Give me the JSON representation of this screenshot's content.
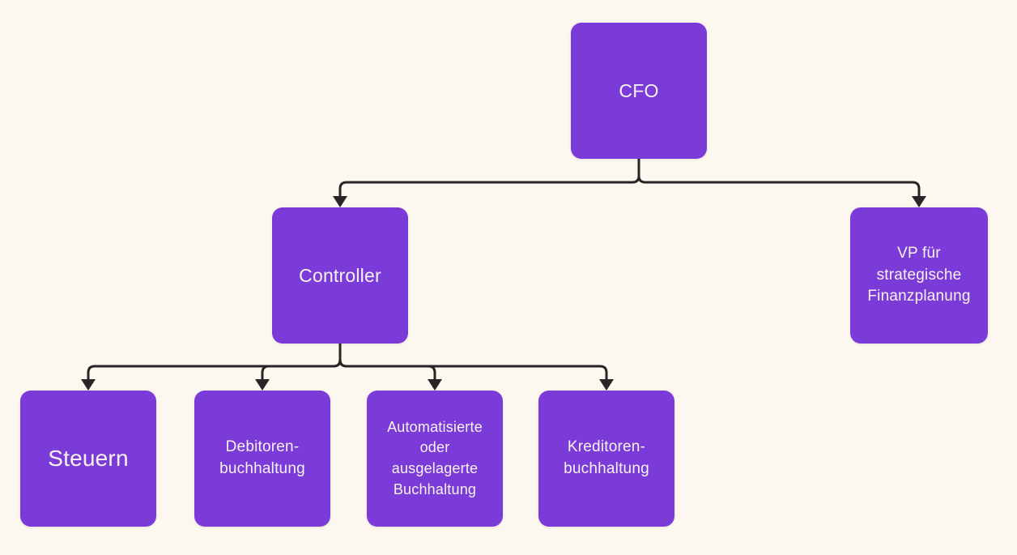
{
  "diagram": {
    "type": "org-chart",
    "nodes": {
      "cfo": {
        "label": "CFO"
      },
      "controller": {
        "label": "Controller"
      },
      "vp": {
        "label": "VP für\nstrategische\nFinanzplanung"
      },
      "steuern": {
        "label": "Steuern"
      },
      "debitoren": {
        "label": "Debitoren-\nbuchhaltung"
      },
      "auto": {
        "label": "Automatisierte\noder\nausgelagerte\nBuchhaltung"
      },
      "kreditoren": {
        "label": "Kreditoren-\nbuchhaltung"
      }
    },
    "edges": [
      {
        "from": "cfo",
        "to": "controller"
      },
      {
        "from": "cfo",
        "to": "vp"
      },
      {
        "from": "controller",
        "to": "steuern"
      },
      {
        "from": "controller",
        "to": "debitoren"
      },
      {
        "from": "controller",
        "to": "auto"
      },
      {
        "from": "controller",
        "to": "kreditoren"
      }
    ]
  },
  "colors": {
    "background": "#fcf8f0",
    "node_fill": "#7b3bd8",
    "node_text": "#f7f2ec",
    "connector": "#262626"
  }
}
